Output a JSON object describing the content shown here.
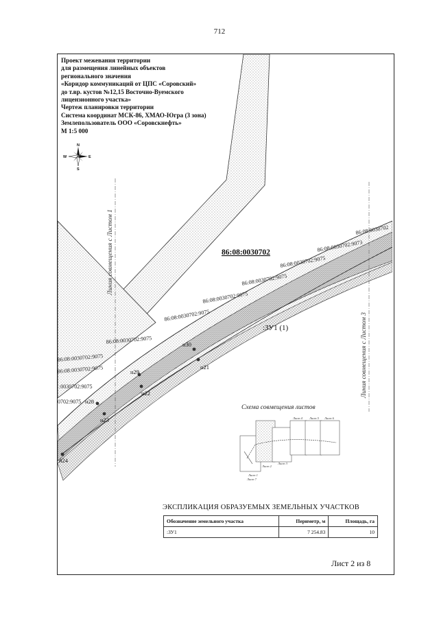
{
  "page_number": "712",
  "title_lines": [
    "Проект межевания территории",
    "для размещения линейных объектов",
    "регионального значения",
    "«Коридор коммуникаций от ЦПС «Соровский»",
    "до т.вр. кустов №12,15 Восточно-Вуемского",
    "лицензионного участка»",
    "Чертеж планировки территории",
    "Система координат МСК-86, ХМАО-Югра (3 зона)",
    "Землепользователь ООО «Соровскнефть»",
    "М 1:5 000"
  ],
  "compass": {
    "n": "N",
    "s": "S",
    "e": "E",
    "w": "W"
  },
  "map": {
    "main_cadastral": "86:08:0030702",
    "zu_label": ":ЗУ1 (1)",
    "sheet_line_left": "Линия совмещения с Листом 1",
    "sheet_line_right": "Линия совмещения с Листом 3",
    "cadastral_labels": [
      "86:08:0030702",
      "86:08:0030702:9073",
      "86:08:0030702:9075",
      "86:08:0030702:9075",
      "86:08:0030702:9075",
      "86:08:0030702:9075",
      "86:08:0030702:9075",
      "86:08:0030702:9075",
      "86:08:0030702:9075",
      ":0030702:9075",
      "0702:9075"
    ],
    "points": [
      "н30",
      "н21",
      "н29",
      "н22",
      "н28",
      "н23",
      "н24"
    ]
  },
  "scheme": {
    "title": "Схема совмещения листов",
    "sheets": [
      "Лист 1",
      "Лист 2",
      "Лист 3",
      "Лист 4",
      "Лист 5",
      "Лист 6",
      "Лист 7"
    ]
  },
  "explication": {
    "title": "ЭКСПЛИКАЦИЯ ОБРАЗУЕМЫХ ЗЕМЕЛЬНЫХ УЧАСТКОВ",
    "columns": [
      "Обозначение земельного участка",
      "Периметр, м",
      "Площадь, га"
    ],
    "rows": [
      [
        ":ЗУ1",
        "7 254.83",
        "10"
      ]
    ]
  },
  "footer": "Лист 2 из 8"
}
